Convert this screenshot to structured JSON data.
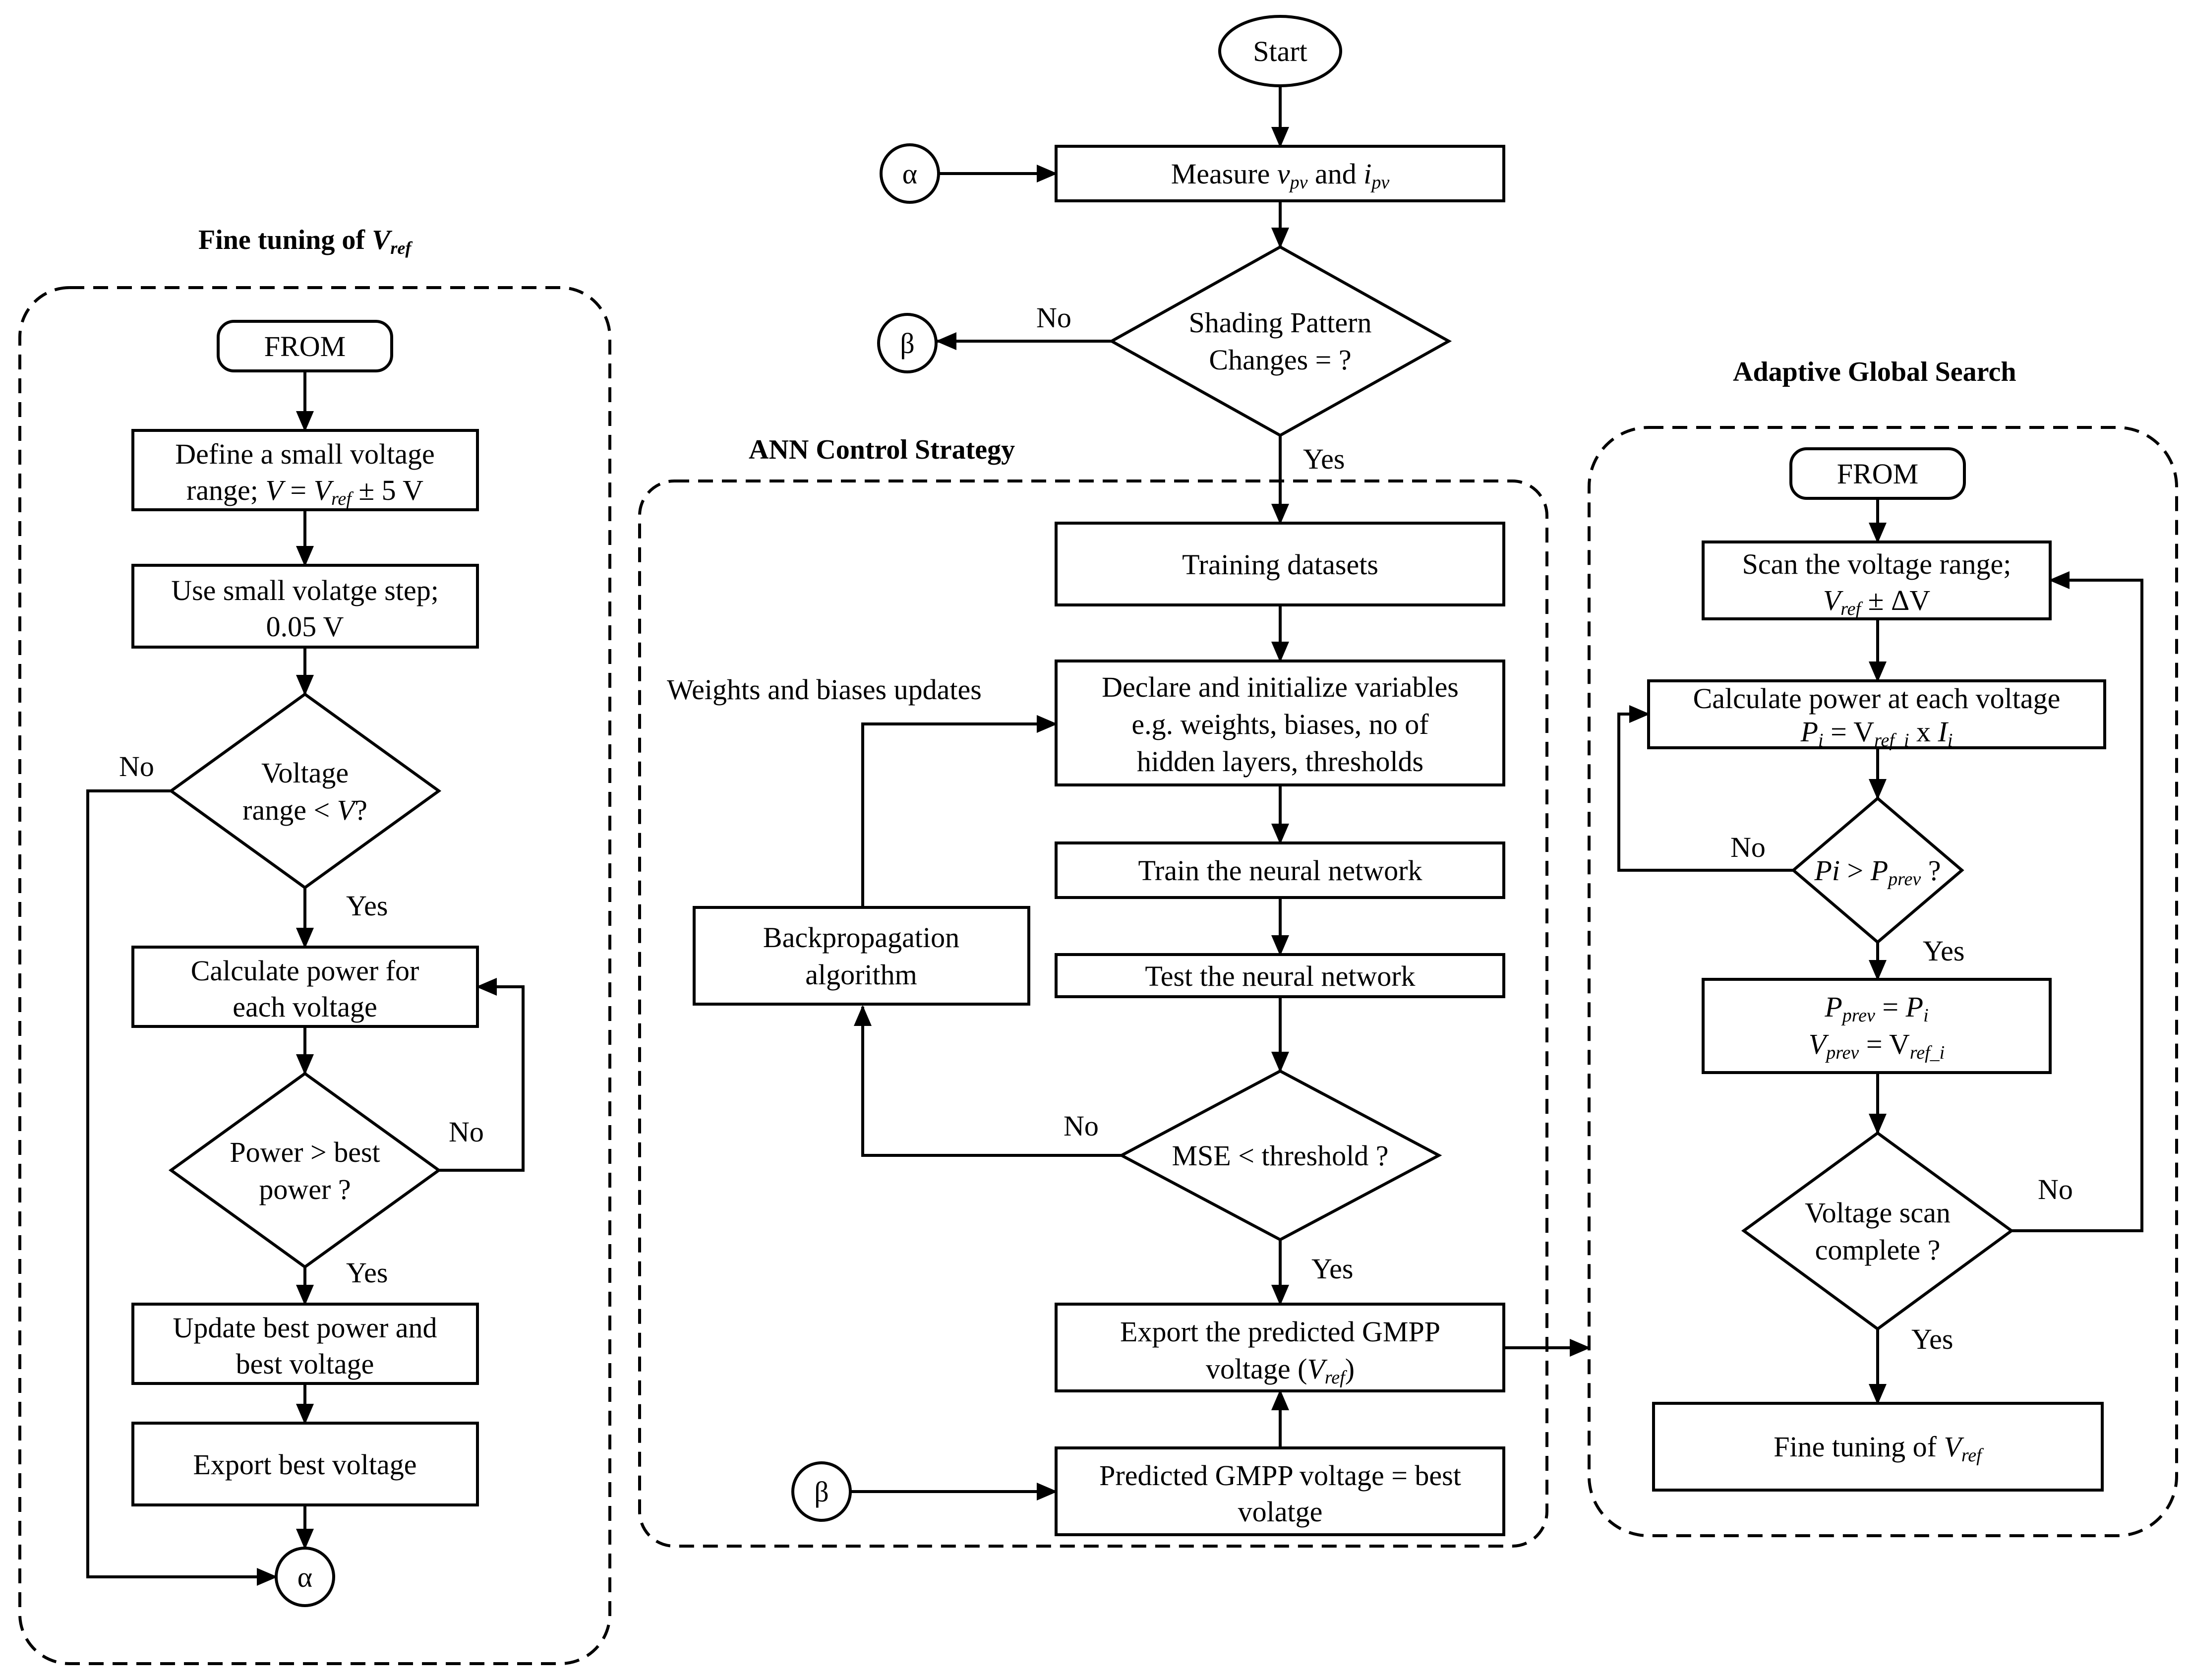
{
  "groups": {
    "fine_tuning_title_pre": "Fine tuning of ",
    "fine_tuning_title_var": "V",
    "fine_tuning_title_sub": "ref",
    "ann_title": "ANN Control Strategy",
    "ags_title": "Adaptive Global Search"
  },
  "connectors": {
    "alpha": "α",
    "beta": "β"
  },
  "edge_labels": {
    "yes": "Yes",
    "no": "No"
  },
  "main": {
    "start": "Start",
    "measure_pre": "Measure ",
    "measure_v": "v",
    "measure_v_sub": "pv",
    "measure_and": " and ",
    "measure_i": "i",
    "measure_i_sub": "pv",
    "shading_line1": "Shading Pattern",
    "shading_line2": "Changes = ?"
  },
  "ann": {
    "training": "Training datasets",
    "declare_line1": "Declare and initialize variables",
    "declare_line2": "e.g. weights, biases, no of",
    "declare_line3": "hidden layers, thresholds",
    "train": "Train the neural network",
    "test": "Test the neural network",
    "mse": "MSE < threshold ?",
    "backprop_line1": "Backpropagation",
    "backprop_line2": "algorithm",
    "weights_label": "Weights and biases updates",
    "export_line1": "Export the predicted GMPP",
    "export_line2_pre": "voltage (",
    "export_line2_var": "V",
    "export_line2_sub": "ref",
    "export_line2_post": ")",
    "predicted_line1": "Predicted GMPP voltage = best",
    "predicted_line2": "volatge"
  },
  "fine": {
    "from": "FROM",
    "define_line1": "Define a small voltage",
    "define_line2_pre": "range; ",
    "define_line2_v": "V",
    "define_line2_eq": " = ",
    "define_line2_vref": "V",
    "define_line2_sub": "ref",
    "define_line2_post": "  ±  5 V",
    "step_line1": "Use small volatge step;",
    "step_line2": "0.05 V",
    "range_line1": "Voltage",
    "range_line2_pre": "range < ",
    "range_line2_v": "V",
    "range_line2_post": "?",
    "calc_line1": "Calculate power for",
    "calc_line2": "each voltage",
    "power_line1": "Power > best",
    "power_line2": "power ?",
    "update_line1": "Update best power and",
    "update_line2": "best voltage",
    "export": "Export best voltage"
  },
  "ags": {
    "from": "FROM",
    "scan_line1": "Scan the voltage range;",
    "scan_line2_v": "V",
    "scan_line2_sub": "ref",
    "scan_line2_post": " ±  ΔV",
    "calc_line1": "Calculate power at each voltage",
    "calc_line2_p": "P",
    "calc_line2_psub": "i",
    "calc_line2_eq": " = V",
    "calc_line2_vsub": "ref_i",
    "calc_line2_x": " x ",
    "calc_line2_i": "I",
    "calc_line2_isub": "i",
    "cmp_p": "Pi",
    "cmp_gt": " > ",
    "cmp_pp": "P",
    "cmp_ppsub": "prev",
    "cmp_q": " ?",
    "upd1_p": "P",
    "upd1_psub": "prev",
    "upd1_eq": " = ",
    "upd1_pi": "P",
    "upd1_pisub": "i",
    "upd2_v": "V",
    "upd2_vsub": "prev",
    "upd2_eq": " = V",
    "upd2_vrsub": "ref_i",
    "complete_line1": "Voltage scan",
    "complete_line2": "complete ?",
    "fine_pre": "Fine tuning of ",
    "fine_v": "V",
    "fine_sub": "ref"
  }
}
